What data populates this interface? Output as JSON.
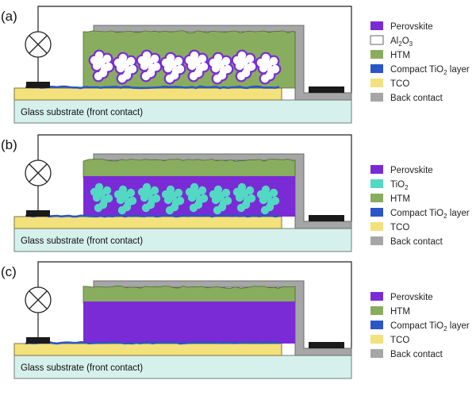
{
  "colors": {
    "perovskite": "#7a2bd6",
    "al2o3": "#ffffff",
    "tio2": "#53d9c3",
    "htm": "#88ad5e",
    "compact_tio2": "#2a56c6",
    "tco": "#f3e17b",
    "back_contact": "#a6a6a6",
    "glass": "#d6f0ec",
    "electrode": "#1a1a1a",
    "wire": "#222222"
  },
  "panels": [
    {
      "label": "(a)",
      "substrate_text": "Glass substrate (front contact)",
      "variant": "scaffold-al2o3",
      "legend": [
        {
          "swatch": "perovskite",
          "icon": "perovskite-swatch",
          "text": "Perovskite",
          "sub": "",
          "tail": ""
        },
        {
          "swatch": "al2o3",
          "icon": "al2o3-swatch",
          "text": "Al",
          "sub": "2",
          "tail": "O",
          "sub2": "3",
          "tail2": ""
        },
        {
          "swatch": "htm",
          "icon": "htm-swatch",
          "text": "HTM",
          "sub": "",
          "tail": ""
        },
        {
          "swatch": "compact_tio2",
          "icon": "compact-tio2-swatch",
          "text": "Compact TiO",
          "sub": "2",
          "tail": " layer"
        },
        {
          "swatch": "tco",
          "icon": "tco-swatch",
          "text": "TCO",
          "sub": "",
          "tail": ""
        },
        {
          "swatch": "back_contact",
          "icon": "back-contact-swatch",
          "text": "Back contact",
          "sub": "",
          "tail": ""
        }
      ]
    },
    {
      "label": "(b)",
      "substrate_text": "Glass substrate (front contact)",
      "variant": "scaffold-tio2",
      "legend": [
        {
          "swatch": "perovskite",
          "icon": "perovskite-swatch",
          "text": "Perovskite",
          "sub": "",
          "tail": ""
        },
        {
          "swatch": "tio2",
          "icon": "tio2-swatch",
          "text": "TiO",
          "sub": "2",
          "tail": ""
        },
        {
          "swatch": "htm",
          "icon": "htm-swatch",
          "text": "HTM",
          "sub": "",
          "tail": ""
        },
        {
          "swatch": "compact_tio2",
          "icon": "compact-tio2-swatch",
          "text": "Compact TiO",
          "sub": "2",
          "tail": " layer"
        },
        {
          "swatch": "tco",
          "icon": "tco-swatch",
          "text": "TCO",
          "sub": "",
          "tail": ""
        },
        {
          "swatch": "back_contact",
          "icon": "back-contact-swatch",
          "text": "Back contact",
          "sub": "",
          "tail": ""
        }
      ]
    },
    {
      "label": "(c)",
      "substrate_text": "Glass substrate (front contact)",
      "variant": "planar",
      "legend": [
        {
          "swatch": "perovskite",
          "icon": "perovskite-swatch",
          "text": "Perovskite",
          "sub": "",
          "tail": ""
        },
        {
          "swatch": "htm",
          "icon": "htm-swatch",
          "text": "HTM",
          "sub": "",
          "tail": ""
        },
        {
          "swatch": "compact_tio2",
          "icon": "compact-tio2-swatch",
          "text": "Compact TiO",
          "sub": "2",
          "tail": " layer"
        },
        {
          "swatch": "tco",
          "icon": "tco-swatch",
          "text": "TCO",
          "sub": "",
          "tail": ""
        },
        {
          "swatch": "back_contact",
          "icon": "back-contact-swatch",
          "text": "Back contact",
          "sub": "",
          "tail": ""
        }
      ]
    }
  ]
}
